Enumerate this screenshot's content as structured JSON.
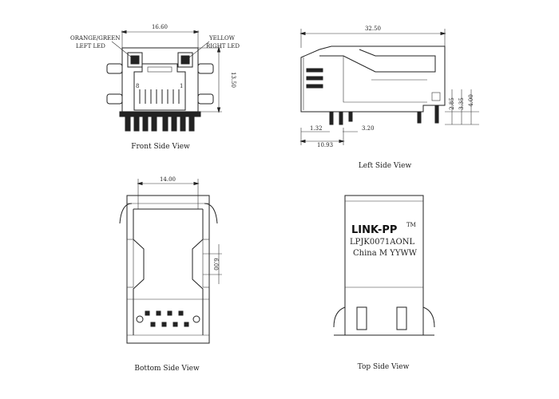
{
  "front_view": {
    "caption": "Front Side View",
    "width_dim": "16.60",
    "height_dim": "13.50",
    "left_led_line1": "ORANGE/GREEN",
    "left_led_line2": "LEFT LED",
    "right_led_line1": "YELLOW",
    "right_led_line2": "RIGHT LED",
    "pin_left": "8",
    "pin_right": "1"
  },
  "left_view": {
    "caption": "Left Side View",
    "length_dim": "32.50",
    "dim_a": "1.32",
    "dim_b": "3.20",
    "dim_c": "10.93",
    "dim_d": "2.85",
    "dim_e": "3.35",
    "dim_f": "4.00"
  },
  "bottom_view": {
    "caption": "Bottom Side View",
    "width_dim": "14.00",
    "height_dim": "6.00"
  },
  "top_view": {
    "caption": "Top Side View",
    "brand": "LINK-PP",
    "trademark": "TM",
    "part_number": "LPJK0071AONL",
    "origin_line": "China M YYWW"
  }
}
